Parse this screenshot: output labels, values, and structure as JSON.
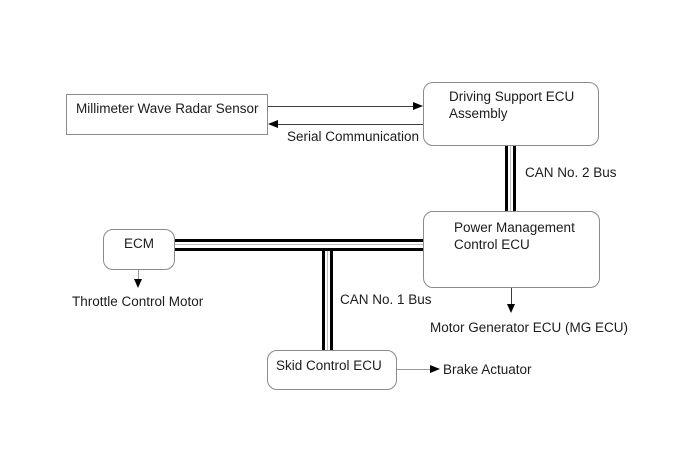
{
  "diagram": {
    "kind": "ecu-communication-block-diagram",
    "nodes": {
      "radar": {
        "label": "Millimeter Wave Radar Sensor"
      },
      "driving_support": {
        "label": "Driving Support ECU Assembly"
      },
      "power_management": {
        "label": "Power Management Control ECU"
      },
      "ecm": {
        "label": "ECM"
      },
      "skid": {
        "label": "Skid Control ECU"
      }
    },
    "labels": {
      "serial": "Serial Communication",
      "can2": "CAN No. 2 Bus",
      "can1": "CAN No. 1 Bus",
      "throttle": "Throttle Control Motor",
      "motor_generator": "Motor Generator ECU (MG ECU)",
      "brake": "Brake Actuator"
    },
    "connections": [
      {
        "from": "Millimeter Wave Radar Sensor",
        "to": "Driving Support ECU Assembly",
        "type": "arrow",
        "label": ""
      },
      {
        "from": "Driving Support ECU Assembly",
        "to": "Millimeter Wave Radar Sensor",
        "type": "arrow",
        "label": "Serial Communication"
      },
      {
        "from": "Driving Support ECU Assembly",
        "to": "Power Management Control ECU",
        "type": "can-bus",
        "label": "CAN No. 2 Bus"
      },
      {
        "from": "ECM",
        "to": "Power Management Control ECU",
        "type": "can-bus",
        "label": "CAN No. 1 Bus"
      },
      {
        "from": "CAN No. 1 Bus",
        "to": "Skid Control ECU",
        "type": "can-bus",
        "label": ""
      },
      {
        "from": "ECM",
        "to": "Throttle Control Motor",
        "type": "arrow",
        "label": ""
      },
      {
        "from": "Power Management Control ECU",
        "to": "Motor Generator ECU (MG ECU)",
        "type": "arrow",
        "label": ""
      },
      {
        "from": "Skid Control ECU",
        "to": "Brake Actuator",
        "type": "arrow",
        "label": ""
      }
    ],
    "colors": {
      "background": "#ffffff",
      "box_border": "#8b8b8b",
      "bus_line": "#000000",
      "bus_core": "#bcbcbc",
      "text": "#1c1c1c"
    }
  }
}
